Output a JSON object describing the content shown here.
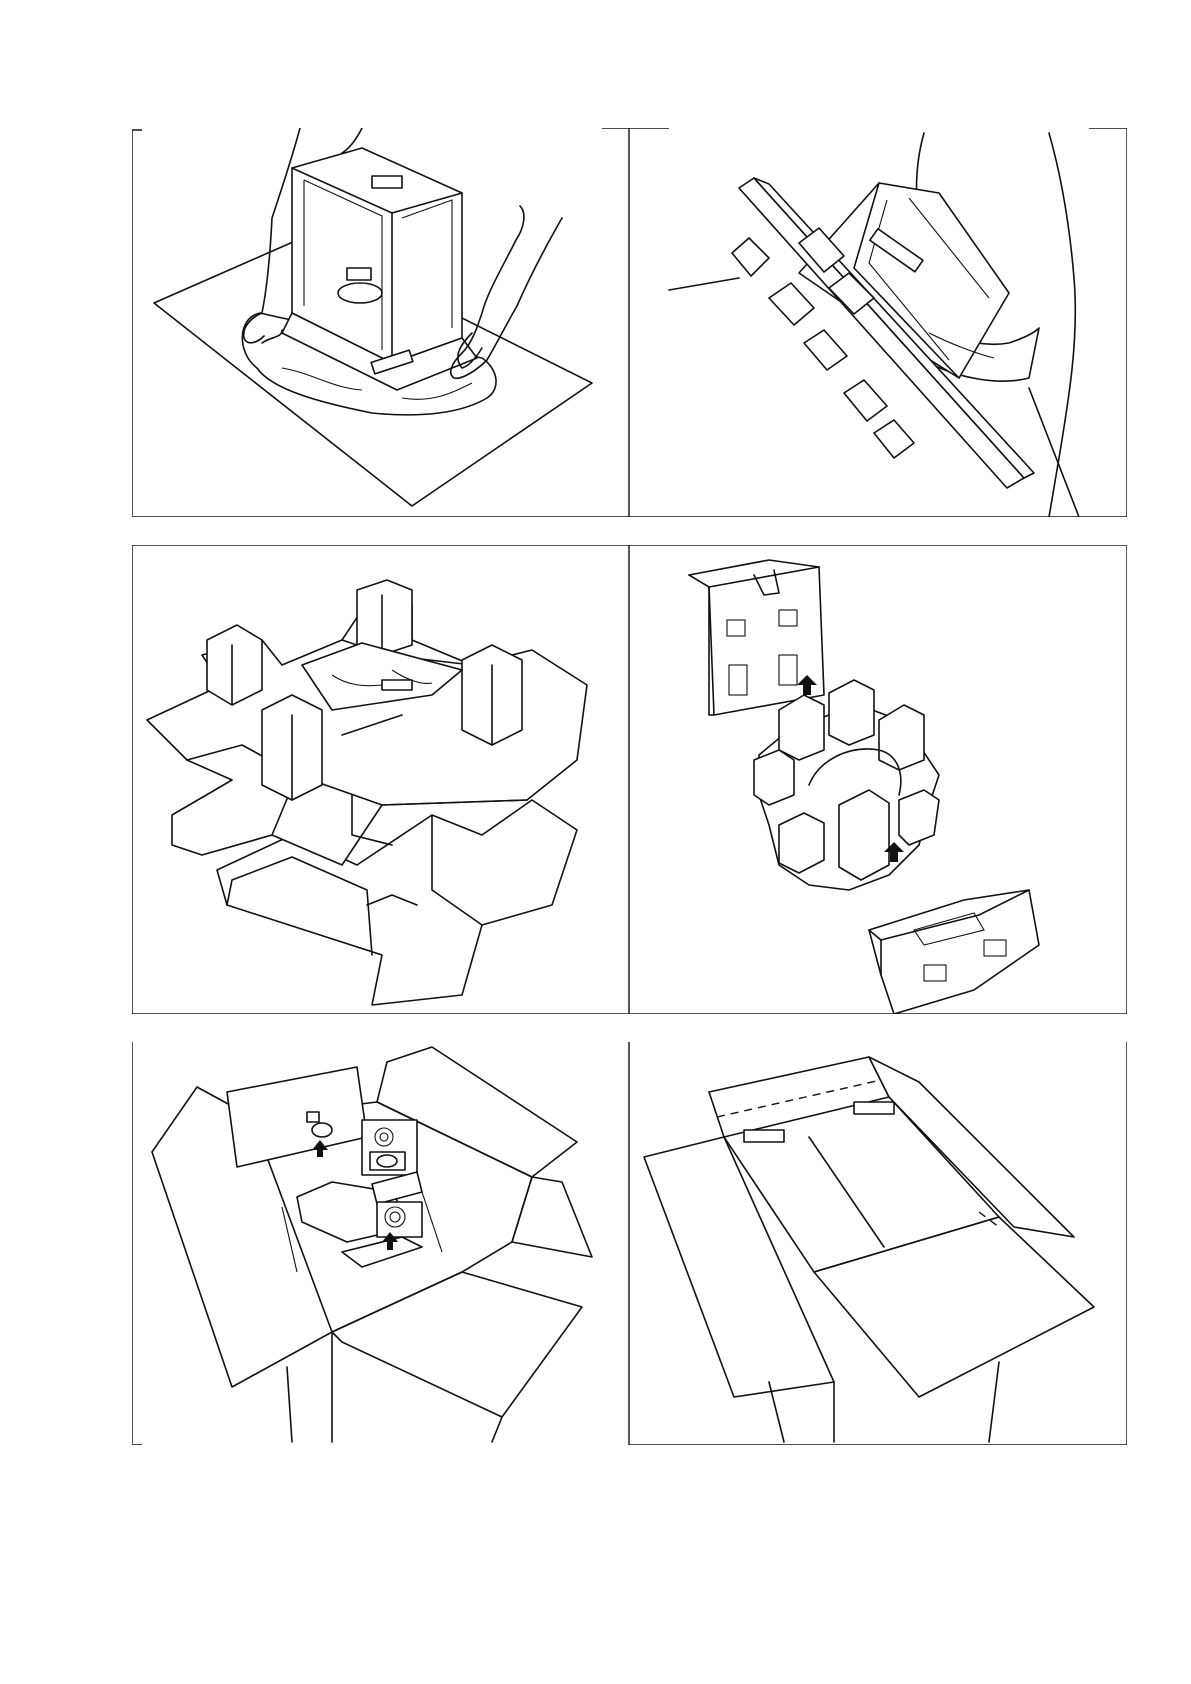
{
  "document": {
    "type": "unpacking-instructions-illustration-page",
    "panels": [
      {
        "id": 1,
        "illustration": "remove-dust-cover-from-analytical-balance"
      },
      {
        "id": 2,
        "illustration": "lift-balance-with-foam-packing-piece"
      },
      {
        "id": 3,
        "illustration": "foam-packing-cross-inserts-stacked"
      },
      {
        "id": 4,
        "illustration": "separate-foam-end-caps-from-insert"
      },
      {
        "id": 5,
        "illustration": "open-carton-remove-accessories"
      },
      {
        "id": 6,
        "illustration": "open-shipping-carton-flaps"
      }
    ]
  }
}
